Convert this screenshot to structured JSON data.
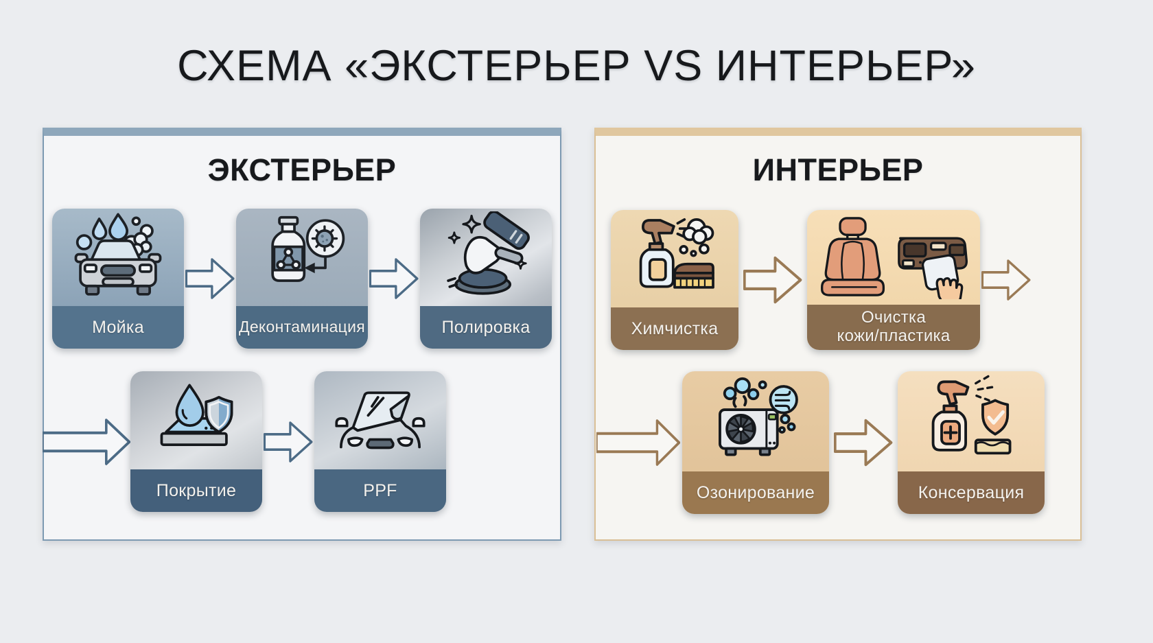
{
  "title": "СХЕМА «ЭКСТЕРЬЕР VS ИНТЕРЬЕР»",
  "exterior": {
    "header": "ЭКСТЕРЬЕР",
    "accent_color": "#8ea7bb",
    "border_color": "#7d9ab2",
    "arrow_color": "#4c6b86",
    "label_text_color": "#f4f2ee",
    "steps": [
      {
        "label": "Мойка",
        "icon": "car-wash-icon"
      },
      {
        "label": "Деконтаминация",
        "icon": "decontamination-bottle-icon"
      },
      {
        "label": "Полировка",
        "icon": "polisher-machine-icon"
      },
      {
        "label": "Покрытие",
        "icon": "coating-drop-shield-icon"
      },
      {
        "label": "PPF",
        "icon": "ppf-film-car-icon"
      }
    ]
  },
  "interior": {
    "header": "ИНТЕРЬЕР",
    "accent_color": "#e0c79f",
    "border_color": "#d9bf96",
    "arrow_color": "#9a7a55",
    "label_text_color": "#f4f2ee",
    "steps": [
      {
        "label": "Химчистка",
        "icon": "spray-bottle-brush-icon"
      },
      {
        "label": "Очистка кожи/пластика",
        "label_lines": [
          "Очистка",
          "кожи/пластика"
        ],
        "icon": "seat-dashboard-wipe-icon"
      },
      {
        "label": "Озонирование",
        "icon": "ozone-generator-icon"
      },
      {
        "label": "Консервация",
        "icon": "conservation-spray-shield-icon"
      }
    ]
  }
}
